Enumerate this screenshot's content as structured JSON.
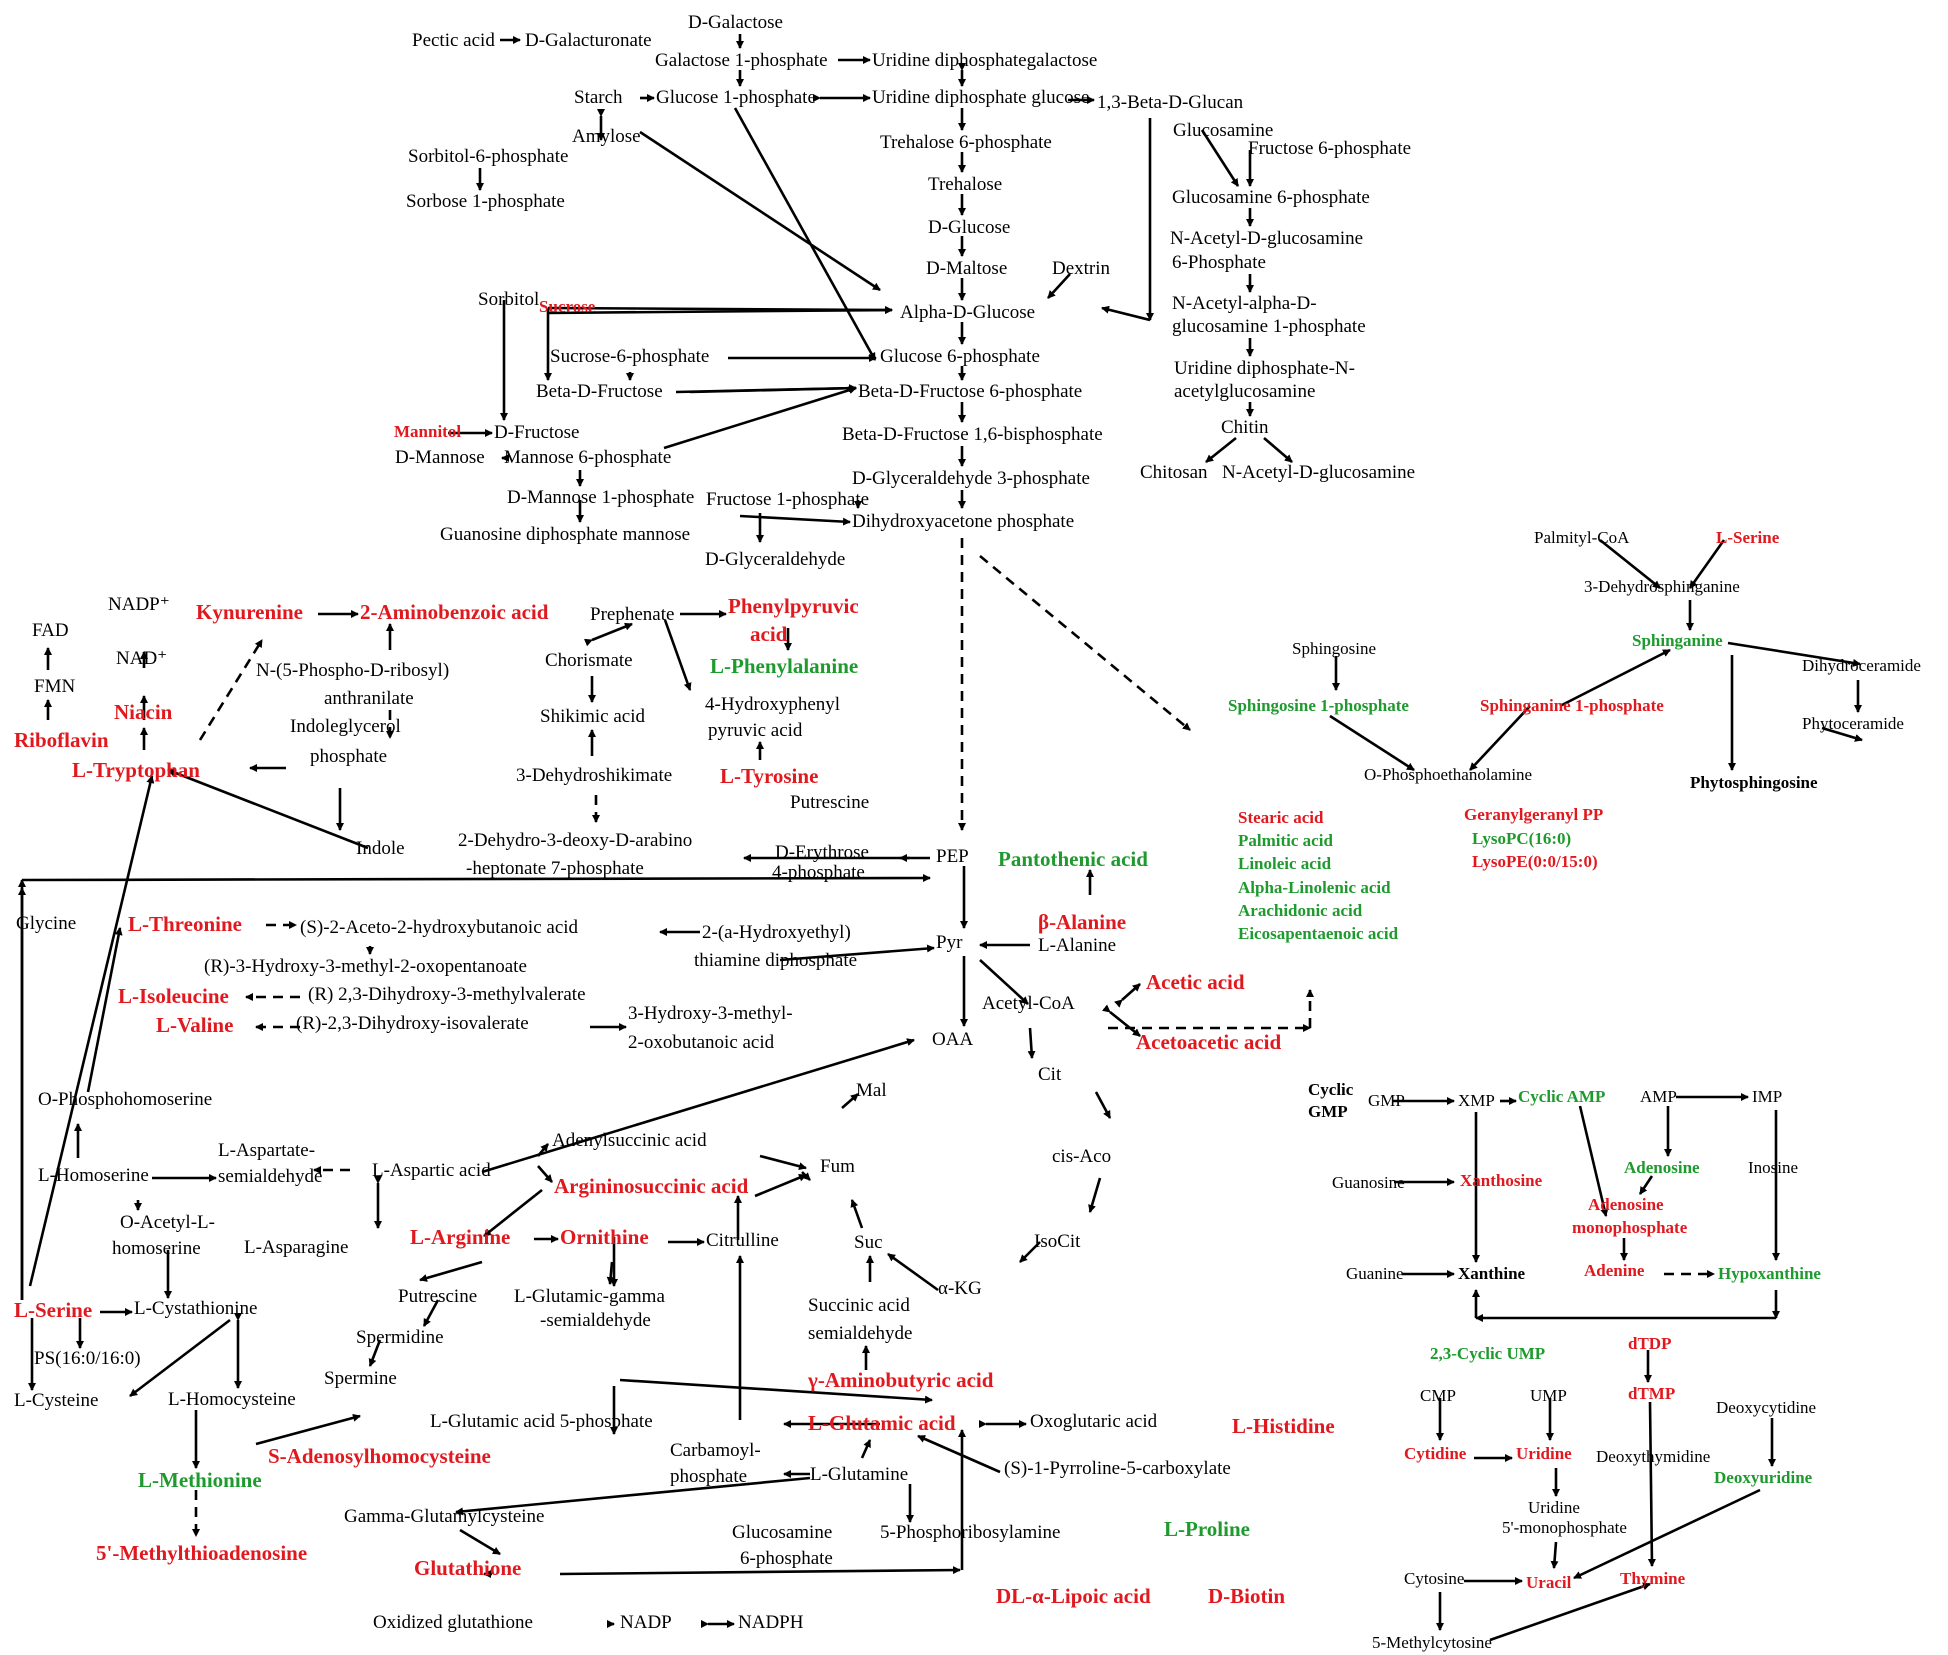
{
  "colors": {
    "upregulated": "#e0191f",
    "downregulated": "#1e9a2e",
    "unchanged": "#000000"
  },
  "nodes": [
    {
      "id": "pectic",
      "text": "Pectic acid",
      "c": "k"
    },
    {
      "id": "dgalacturonate",
      "text": "D-Galacturonate",
      "c": "k"
    },
    {
      "id": "dgalactose",
      "text": "D-Galactose",
      "c": "k"
    },
    {
      "id": "gal1p",
      "text": "Galactose 1-phosphate",
      "c": "k"
    },
    {
      "id": "udpgal",
      "text": "Uridine diphosphategalactose",
      "c": "k"
    },
    {
      "id": "starch",
      "text": "Starch",
      "c": "k"
    },
    {
      "id": "glc1p",
      "text": "Glucose 1-phosphate",
      "c": "k"
    },
    {
      "id": "udpglc",
      "text": "Uridine diphosphate glucose",
      "c": "k"
    },
    {
      "id": "glucan",
      "text": "1,3-Beta-D-Glucan",
      "c": "k"
    },
    {
      "id": "amylose",
      "text": "Amylose",
      "c": "k"
    },
    {
      "id": "sorb6p",
      "text": "Sorbitol-6-phosphate",
      "c": "k"
    },
    {
      "id": "sorbose1p",
      "text": "Sorbose 1-phosphate",
      "c": "k"
    },
    {
      "id": "tre6p",
      "text": "Trehalose 6-phosphate",
      "c": "k"
    },
    {
      "id": "trehalose",
      "text": "Trehalose",
      "c": "k"
    },
    {
      "id": "dglucose",
      "text": "D-Glucose",
      "c": "k"
    },
    {
      "id": "dmaltose",
      "text": "D-Maltose",
      "c": "k"
    },
    {
      "id": "dextrin",
      "text": "Dextrin",
      "c": "k"
    },
    {
      "id": "sorbitol",
      "text": "Sorbitol",
      "c": "k"
    },
    {
      "id": "sucrose",
      "text": "Sucrose",
      "c": "r",
      "small": true
    },
    {
      "id": "alphaglc",
      "text": "Alpha-D-Glucose",
      "c": "k"
    },
    {
      "id": "suc6p",
      "text": "Sucrose-6-phosphate",
      "c": "k"
    },
    {
      "id": "glc6p",
      "text": "Glucose 6-phosphate",
      "c": "k"
    },
    {
      "id": "betafru",
      "text": "Beta-D-Fructose",
      "c": "k"
    },
    {
      "id": "bfru6p",
      "text": "Beta-D-Fructose 6-phosphate",
      "c": "k"
    },
    {
      "id": "mannitol",
      "text": "Mannitol",
      "c": "r",
      "small": true
    },
    {
      "id": "dfructose",
      "text": "D-Fructose",
      "c": "k"
    },
    {
      "id": "dmannose",
      "text": "D-Mannose",
      "c": "k"
    },
    {
      "id": "man6p",
      "text": "Mannose 6-phosphate",
      "c": "k"
    },
    {
      "id": "fbp",
      "text": "Beta-D-Fructose 1,6-bisphosphate",
      "c": "k"
    },
    {
      "id": "dman1p",
      "text": "D-Mannose 1-phosphate",
      "c": "k"
    },
    {
      "id": "gdpman",
      "text": "Guanosine diphosphate mannose",
      "c": "k"
    },
    {
      "id": "fru1p",
      "text": "Fructose 1-phosphate",
      "c": "k"
    },
    {
      "id": "g3p",
      "text": "D-Glyceraldehyde 3-phosphate",
      "c": "k"
    },
    {
      "id": "dhap",
      "text": "Dihydroxyacetone phosphate",
      "c": "k"
    },
    {
      "id": "dglyceraldehyde",
      "text": "D-Glyceraldehyde",
      "c": "k"
    },
    {
      "id": "glucosamine",
      "text": "Glucosamine",
      "c": "k"
    },
    {
      "id": "fru6p",
      "text": "Fructose 6-phosphate",
      "c": "k"
    },
    {
      "id": "glcn6p",
      "text": "Glucosamine 6-phosphate",
      "c": "k"
    },
    {
      "id": "nag6p1",
      "text": "N-Acetyl-D-glucosamine",
      "c": "k"
    },
    {
      "id": "nag6p2",
      "text": "6-Phosphate",
      "c": "k"
    },
    {
      "id": "naag1",
      "text": "N-Acetyl-alpha-D-",
      "c": "k"
    },
    {
      "id": "naag2",
      "text": "glucosamine 1-phosphate",
      "c": "k"
    },
    {
      "id": "udpnag1",
      "text": "Uridine diphosphate-N-",
      "c": "k"
    },
    {
      "id": "udpnag2",
      "text": "acetylglucosamine",
      "c": "k"
    },
    {
      "id": "chitin",
      "text": "Chitin",
      "c": "k"
    },
    {
      "id": "chitosan",
      "text": "Chitosan",
      "c": "k"
    },
    {
      "id": "nag",
      "text": "N-Acetyl-D-glucosamine",
      "c": "k"
    },
    {
      "id": "nadp",
      "text": "NADP⁺",
      "c": "k"
    },
    {
      "id": "fad",
      "text": "FAD",
      "c": "k"
    },
    {
      "id": "nad",
      "text": "NAD⁺",
      "c": "k"
    },
    {
      "id": "fmn",
      "text": "FMN",
      "c": "k"
    },
    {
      "id": "niacin",
      "text": "Niacin",
      "c": "r"
    },
    {
      "id": "riboflavin",
      "text": "Riboflavin",
      "c": "r"
    },
    {
      "id": "trp",
      "text": "L-Tryptophan",
      "c": "r"
    },
    {
      "id": "kyn",
      "text": "Kynurenine",
      "c": "r"
    },
    {
      "id": "aba",
      "text": "2-Aminobenzoic acid",
      "c": "r"
    },
    {
      "id": "prpa1",
      "text": "N-(5-Phospho-D-ribosyl)",
      "c": "k"
    },
    {
      "id": "prpa2",
      "text": "anthranilate",
      "c": "k"
    },
    {
      "id": "igp1",
      "text": "Indoleglycerol",
      "c": "k"
    },
    {
      "id": "igp2",
      "text": "phosphate",
      "c": "k"
    },
    {
      "id": "indole",
      "text": "Indole",
      "c": "k"
    },
    {
      "id": "prephenate",
      "text": "Prephenate",
      "c": "k"
    },
    {
      "id": "phepyr1",
      "text": "Phenylpyruvic",
      "c": "r"
    },
    {
      "id": "phepyr2",
      "text": "acid",
      "c": "r"
    },
    {
      "id": "chorismate",
      "text": "Chorismate",
      "c": "k"
    },
    {
      "id": "phe",
      "text": "L-Phenylalanine",
      "c": "g"
    },
    {
      "id": "shikimic",
      "text": "Shikimic acid",
      "c": "k"
    },
    {
      "id": "hpp1",
      "text": "4-Hydroxyphenyl",
      "c": "k"
    },
    {
      "id": "hpp2",
      "text": "pyruvic acid",
      "c": "k"
    },
    {
      "id": "dhs",
      "text": "3-Dehydroshikimate",
      "c": "k"
    },
    {
      "id": "tyr",
      "text": "L-Tyrosine",
      "c": "r"
    },
    {
      "id": "putrescine1",
      "text": "Putrescine",
      "c": "k"
    },
    {
      "id": "dahp1",
      "text": "2-Dehydro-3-deoxy-D-arabino",
      "c": "k"
    },
    {
      "id": "dahp2",
      "text": "-heptonate 7-phosphate",
      "c": "k"
    },
    {
      "id": "e4p1",
      "text": "D-Erythrose",
      "c": "k"
    },
    {
      "id": "e4p2",
      "text": "4-phosphate",
      "c": "k"
    },
    {
      "id": "pep",
      "text": "PEP",
      "c": "k"
    },
    {
      "id": "pantothenic",
      "text": "Pantothenic acid",
      "c": "g"
    },
    {
      "id": "glycine",
      "text": "Glycine",
      "c": "k"
    },
    {
      "id": "thr",
      "text": "L-Threonine",
      "c": "r"
    },
    {
      "id": "ahb",
      "text": "(S)-2-Aceto-2-hydroxybutanoic acid",
      "c": "k"
    },
    {
      "id": "htpp1",
      "text": "2-(a-Hydroxyethyl)",
      "c": "k"
    },
    {
      "id": "htpp2",
      "text": "thiamine diphosphate",
      "c": "k"
    },
    {
      "id": "pyr",
      "text": "Pyr",
      "c": "k"
    },
    {
      "id": "balanine",
      "text": "β-Alanine",
      "c": "r"
    },
    {
      "id": "lalanine",
      "text": "L-Alanine",
      "c": "k"
    },
    {
      "id": "hmop",
      "text": "(R)-3-Hydroxy-3-methyl-2-oxopentanoate",
      "c": "k"
    },
    {
      "id": "ile",
      "text": "L-Isoleucine",
      "c": "r"
    },
    {
      "id": "dhmv",
      "text": "(R) 2,3-Dihydroxy-3-methylvalerate",
      "c": "k"
    },
    {
      "id": "val",
      "text": "L-Valine",
      "c": "r"
    },
    {
      "id": "dhiv",
      "text": "(R)-2,3-Dihydroxy-isovalerate",
      "c": "k"
    },
    {
      "id": "hmob1",
      "text": "3-Hydroxy-3-methyl-",
      "c": "k"
    },
    {
      "id": "hmob2",
      "text": "2-oxobutanoic acid",
      "c": "k"
    },
    {
      "id": "acetylcoa",
      "text": "Acetyl-CoA",
      "c": "k"
    },
    {
      "id": "acetic",
      "text": "Acetic acid",
      "c": "r"
    },
    {
      "id": "acetoacetic",
      "text": "Acetoacetic acid",
      "c": "r"
    },
    {
      "id": "oaa",
      "text": "OAA",
      "c": "k"
    },
    {
      "id": "cit",
      "text": "Cit",
      "c": "k"
    },
    {
      "id": "mal",
      "text": "Mal",
      "c": "k"
    },
    {
      "id": "cisaco",
      "text": "cis-Aco",
      "c": "k"
    },
    {
      "id": "fum",
      "text": "Fum",
      "c": "k"
    },
    {
      "id": "isocit",
      "text": "IsoCit",
      "c": "k"
    },
    {
      "id": "suc",
      "text": "Suc",
      "c": "k"
    },
    {
      "id": "akg",
      "text": "α-KG",
      "c": "k"
    },
    {
      "id": "ssa1",
      "text": "Succinic acid",
      "c": "k"
    },
    {
      "id": "ssa2",
      "text": "semialdehyde",
      "c": "k"
    },
    {
      "id": "gaba",
      "text": "γ-Aminobutyric acid",
      "c": "r"
    },
    {
      "id": "ophs",
      "text": "O-Phosphohomoserine",
      "c": "k"
    },
    {
      "id": "asa1",
      "text": "L-Aspartate-",
      "c": "k"
    },
    {
      "id": "asa2",
      "text": "semialdehyde",
      "c": "k"
    },
    {
      "id": "aspartic",
      "text": "L-Aspartic acid",
      "c": "k"
    },
    {
      "id": "adenylsucc",
      "text": "Adenylsuccinic acid",
      "c": "k"
    },
    {
      "id": "argsucc",
      "text": "Argininosuccinic acid",
      "c": "r"
    },
    {
      "id": "homoserine",
      "text": "L-Homoserine",
      "c": "k"
    },
    {
      "id": "oahs1",
      "text": "O-Acetyl-L-",
      "c": "k"
    },
    {
      "id": "oahs2",
      "text": "homoserine",
      "c": "k"
    },
    {
      "id": "asparagine",
      "text": "L-Asparagine",
      "c": "k"
    },
    {
      "id": "arg",
      "text": "L-Arginine",
      "c": "r"
    },
    {
      "id": "orn",
      "text": "Ornithine",
      "c": "r"
    },
    {
      "id": "citrulline",
      "text": "Citrulline",
      "c": "k"
    },
    {
      "id": "putrescine2",
      "text": "Putrescine",
      "c": "k"
    },
    {
      "id": "ggsa1",
      "text": "L-Glutamic-gamma",
      "c": "k"
    },
    {
      "id": "ggsa2",
      "text": "-semialdehyde",
      "c": "k"
    },
    {
      "id": "ser1",
      "text": "L-Serine",
      "c": "r"
    },
    {
      "id": "cystathionine",
      "text": "L-Cystathionine",
      "c": "k"
    },
    {
      "id": "spermidine",
      "text": "Spermidine",
      "c": "k"
    },
    {
      "id": "ps",
      "text": "PS(16:0/16:0)",
      "c": "k"
    },
    {
      "id": "spermine",
      "text": "Spermine",
      "c": "k"
    },
    {
      "id": "cysteine",
      "text": "L-Cysteine",
      "c": "k"
    },
    {
      "id": "homocysteine",
      "text": "L-Homocysteine",
      "c": "k"
    },
    {
      "id": "glu5p",
      "text": "L-Glutamic acid 5-phosphate",
      "c": "k"
    },
    {
      "id": "glu",
      "text": "L-Glutamic acid",
      "c": "r"
    },
    {
      "id": "oxoglut",
      "text": "Oxoglutaric acid",
      "c": "k"
    },
    {
      "id": "his",
      "text": "L-Histidine",
      "c": "r"
    },
    {
      "id": "sah",
      "text": "S-Adenosylhomocysteine",
      "c": "r"
    },
    {
      "id": "cbp1",
      "text": "Carbamoyl-",
      "c": "k"
    },
    {
      "id": "cbp2",
      "text": "phosphate",
      "c": "k"
    },
    {
      "id": "gln",
      "text": "L-Glutamine",
      "c": "k"
    },
    {
      "id": "p5c",
      "text": "(S)-1-Pyrroline-5-carboxylate",
      "c": "k"
    },
    {
      "id": "met",
      "text": "L-Methionine",
      "c": "g"
    },
    {
      "id": "ggc",
      "text": "Gamma-Glutamylcysteine",
      "c": "k"
    },
    {
      "id": "gln6p1",
      "text": "Glucosamine",
      "c": "k"
    },
    {
      "id": "gln6p2",
      "text": "6-phosphate",
      "c": "k"
    },
    {
      "id": "prpamine",
      "text": "5-Phosphoribosylamine",
      "c": "k"
    },
    {
      "id": "pro",
      "text": "L-Proline",
      "c": "g"
    },
    {
      "id": "mta",
      "text": "5'-Methylthioadenosine",
      "c": "r"
    },
    {
      "id": "gsh",
      "text": "Glutathione",
      "c": "r"
    },
    {
      "id": "lipoic",
      "text": "DL-α-Lipoic acid",
      "c": "r"
    },
    {
      "id": "biotin",
      "text": "D-Biotin",
      "c": "r"
    },
    {
      "id": "gssg",
      "text": "Oxidized glutathione",
      "c": "k"
    },
    {
      "id": "nadp2",
      "text": "NADP",
      "c": "k"
    },
    {
      "id": "nadph",
      "text": "NADPH",
      "c": "k"
    },
    {
      "id": "palmitylcoa",
      "text": "Palmityl-CoA",
      "c": "k",
      "small": true
    },
    {
      "id": "ser2",
      "text": "L-Serine",
      "c": "r",
      "small": true
    },
    {
      "id": "kds",
      "text": "3-Dehydrosphinganine",
      "c": "k",
      "small": true
    },
    {
      "id": "sphingosine",
      "text": "Sphingosine",
      "c": "k",
      "small": true
    },
    {
      "id": "sphinganine",
      "text": "Sphinganine",
      "c": "g",
      "small": true
    },
    {
      "id": "dhcer",
      "text": "Dihydroceramide",
      "c": "k",
      "small": true
    },
    {
      "id": "s1p",
      "text": "Sphingosine 1-phosphate",
      "c": "g",
      "small": true
    },
    {
      "id": "sa1p",
      "text": "Sphinganine 1-phosphate",
      "c": "r",
      "small": true
    },
    {
      "id": "phytocer",
      "text": "Phytoceramide",
      "c": "k",
      "small": true
    },
    {
      "id": "opea",
      "text": "O-Phosphoethanolamine",
      "c": "k",
      "small": true
    },
    {
      "id": "phytosph",
      "text": "Phytosphingosine",
      "c": "k",
      "small": true,
      "bold": true
    },
    {
      "id": "stearic",
      "text": "Stearic acid",
      "c": "r",
      "small": true
    },
    {
      "id": "palmitic",
      "text": "Palmitic acid",
      "c": "g",
      "small": true
    },
    {
      "id": "linoleic",
      "text": "Linoleic acid",
      "c": "g",
      "small": true
    },
    {
      "id": "alinolenic",
      "text": "Alpha-Linolenic acid",
      "c": "g",
      "small": true
    },
    {
      "id": "arachidonic",
      "text": "Arachidonic acid",
      "c": "g",
      "small": true
    },
    {
      "id": "epa",
      "text": "Eicosapentaenoic acid",
      "c": "g",
      "small": true
    },
    {
      "id": "ggpp",
      "text": "Geranylgeranyl PP",
      "c": "r",
      "small": true
    },
    {
      "id": "lysopc",
      "text": "LysoPC(16:0)",
      "c": "g",
      "small": true
    },
    {
      "id": "lysope",
      "text": "LysoPE(0:0/15:0)",
      "c": "r",
      "small": true
    },
    {
      "id": "cgmp1",
      "text": "Cyclic",
      "c": "k",
      "small": true,
      "bold": true
    },
    {
      "id": "cgmp2",
      "text": "GMP",
      "c": "k",
      "small": true,
      "bold": true
    },
    {
      "id": "gmp",
      "text": "GMP",
      "c": "k",
      "small": true
    },
    {
      "id": "xmp",
      "text": "XMP",
      "c": "k",
      "small": true
    },
    {
      "id": "camp",
      "text": "Cyclic AMP",
      "c": "g",
      "small": true
    },
    {
      "id": "amp",
      "text": "AMP",
      "c": "k",
      "small": true
    },
    {
      "id": "imp",
      "text": "IMP",
      "c": "k",
      "small": true
    },
    {
      "id": "guanosine",
      "text": "Guanosine",
      "c": "k",
      "small": true
    },
    {
      "id": "xanthosine",
      "text": "Xanthosine",
      "c": "r",
      "small": true
    },
    {
      "id": "adenosine",
      "text": "Adenosine",
      "c": "g",
      "small": true
    },
    {
      "id": "inosine",
      "text": "Inosine",
      "c": "k",
      "small": true
    },
    {
      "id": "admp1",
      "text": "Adenosine",
      "c": "r",
      "small": true
    },
    {
      "id": "admp2",
      "text": "monophosphate",
      "c": "r",
      "small": true
    },
    {
      "id": "guanine",
      "text": "Guanine",
      "c": "k",
      "small": true
    },
    {
      "id": "xanthine",
      "text": "Xanthine",
      "c": "k",
      "small": true,
      "bold": true
    },
    {
      "id": "adenine",
      "text": "Adenine",
      "c": "r",
      "small": true
    },
    {
      "id": "hypoxanthine",
      "text": "Hypoxanthine",
      "c": "g",
      "small": true
    },
    {
      "id": "cump",
      "text": "2,3-Cyclic UMP",
      "c": "g",
      "small": true
    },
    {
      "id": "dtdp",
      "text": "dTDP",
      "c": "r",
      "small": true
    },
    {
      "id": "cmp",
      "text": "CMP",
      "c": "k",
      "small": true
    },
    {
      "id": "ump",
      "text": "UMP",
      "c": "k",
      "small": true
    },
    {
      "id": "dtmp",
      "text": "dTMP",
      "c": "r",
      "small": true
    },
    {
      "id": "deoxycytidine",
      "text": "Deoxycytidine",
      "c": "k",
      "small": true
    },
    {
      "id": "cytidine",
      "text": "Cytidine",
      "c": "r",
      "small": true
    },
    {
      "id": "uridine",
      "text": "Uridine",
      "c": "r",
      "small": true
    },
    {
      "id": "deoxythymidine",
      "text": "Deoxythymidine",
      "c": "k",
      "small": true
    },
    {
      "id": "deoxyuridine",
      "text": "Deoxyuridine",
      "c": "g",
      "small": true
    },
    {
      "id": "urmp1",
      "text": "Uridine",
      "c": "k",
      "small": true
    },
    {
      "id": "urmp2",
      "text": "5'-monophosphate",
      "c": "k",
      "small": true
    },
    {
      "id": "cytosine",
      "text": "Cytosine",
      "c": "k",
      "small": true
    },
    {
      "id": "uracil",
      "text": "Uracil",
      "c": "r",
      "small": true
    },
    {
      "id": "thymine",
      "text": "Thymine",
      "c": "r",
      "small": true
    },
    {
      "id": "methylcytosine",
      "text": "5-Methylcytosine",
      "c": "k",
      "small": true
    }
  ]
}
